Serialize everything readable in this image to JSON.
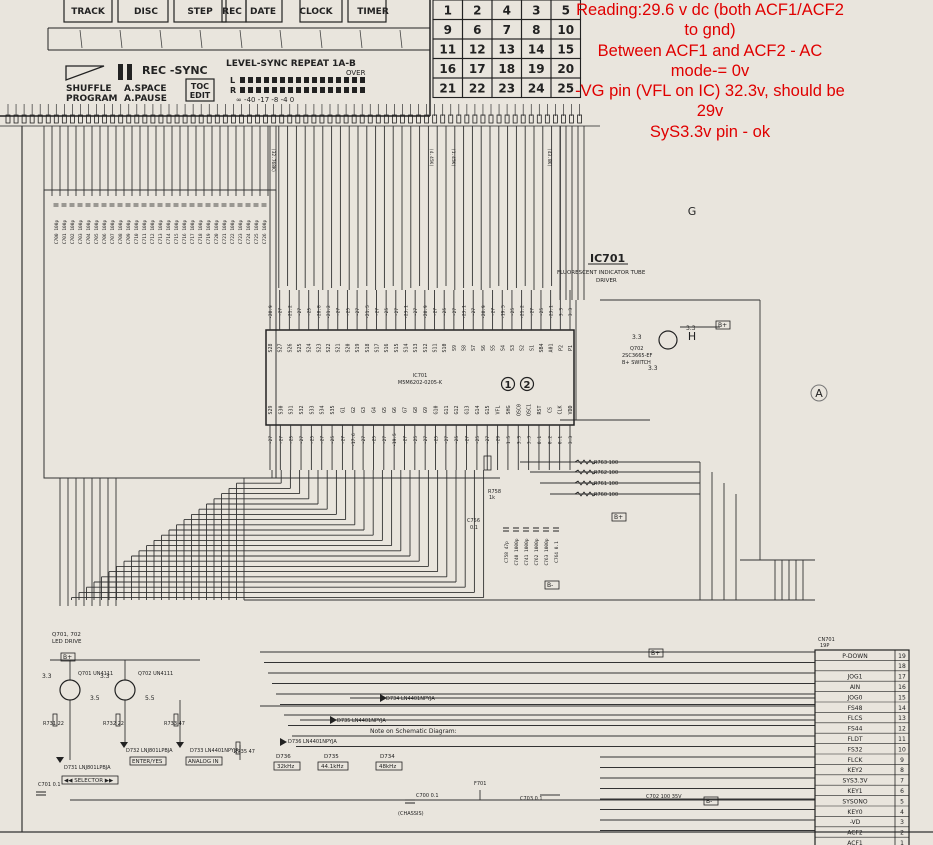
{
  "display": {
    "top_labels": [
      "TRACK",
      "DISC",
      "STEP",
      "REC",
      "DATE",
      "CLOCK",
      "TIMER"
    ],
    "rec_label": "REC -SYNC",
    "level_label": "LEVEL-SYNC REPEAT 1A-B",
    "over_label": "OVER",
    "lr_labels": [
      "L",
      "R"
    ],
    "meter_scale": "∞ -40  -17  -8  -4  0",
    "shuffle_label": "SHUFFLE",
    "program_label": "PROGRAM",
    "space_label": "A.SPACE",
    "pause_label": "A.PAUSE",
    "toc_label": "TOC EDIT",
    "numbers": [
      [
        "1",
        "2",
        "4",
        "3",
        "5"
      ],
      [
        "9",
        "6",
        "7",
        "8",
        "10"
      ],
      [
        "11",
        "12",
        "13",
        "14",
        "15"
      ],
      [
        "16",
        "17",
        "18",
        "19",
        "20"
      ],
      [
        "21",
        "22",
        "23",
        "24",
        "25"
      ]
    ]
  },
  "ic701": {
    "tag": "IC701",
    "desc1": "FLUORESCENT INDICATOR TUBE",
    "desc2": "DRIVER",
    "part1": "IC701",
    "part2": "M5M6202-0205-K",
    "top_pins": [
      "S28",
      "S27",
      "S26",
      "S25",
      "S24",
      "S23",
      "S22",
      "S21",
      "S20",
      "S19",
      "S18",
      "S17",
      "S16",
      "S15",
      "S14",
      "S13",
      "S12",
      "S11",
      "S10",
      "S9",
      "S8",
      "S7",
      "S6",
      "S5",
      "S4",
      "S3",
      "S2",
      "S1",
      "SB4",
      "A01",
      "P2",
      "P1"
    ],
    "bottom_pins": [
      "S29",
      "S30",
      "S31",
      "S32",
      "S33",
      "S34",
      "S35",
      "G1",
      "G2",
      "G3",
      "G4",
      "G5",
      "G6",
      "G7",
      "G8",
      "G9",
      "G10",
      "G11",
      "G12",
      "G13",
      "G14",
      "G15",
      "VFL",
      "SHG",
      "OSC0",
      "OSC1",
      "RST",
      "CS",
      "CLK",
      "VDD"
    ],
    "top_volts": [
      "-20.9",
      "-27",
      "-21.2",
      "-27",
      "-25",
      "-28.8",
      "-21.2",
      "-27",
      "-25",
      "-27",
      "-21.5",
      "-27",
      "-25",
      "-27",
      "-23.1",
      "-27",
      "-20.9",
      "-27",
      "-25",
      "-27",
      "-23.1",
      "-27",
      "-20.9",
      "-27",
      "-19.5",
      "-25",
      "-21.2",
      "-27",
      "-25",
      "-23.1",
      "3.3",
      "3.3"
    ],
    "bottom_volts": [
      "-27",
      "-27",
      "-25",
      "-27",
      "-25",
      "-27",
      "-25",
      "-27",
      "-17.6",
      "-27",
      "-25",
      "-27",
      "-19.5",
      "-27",
      "-25",
      "-27",
      "-25",
      "-27",
      "-25",
      "-27",
      "-25",
      "-27",
      "-29",
      "1.5",
      "3.3",
      "3.3",
      "0.1",
      "0.2",
      "0.1",
      "3.3"
    ],
    "circle_labels": [
      "1",
      "2"
    ]
  },
  "q702": {
    "name": "Q702",
    "part": "2SC3665-EF",
    "desc": "B+ SWITCH",
    "volts": [
      "3.3",
      "3.3",
      "3.3"
    ],
    "bplus": "B+"
  },
  "resistors": [
    {
      "name": "R763",
      "value": "100"
    },
    {
      "name": "R762",
      "value": "100"
    },
    {
      "name": "R761",
      "value": "100"
    },
    {
      "name": "R760",
      "value": "100"
    }
  ],
  "r758": {
    "name": "R758",
    "value": "1k"
  },
  "c756": {
    "name": "C756",
    "value": "0.1"
  },
  "caps_bottom": [
    "C758 47p",
    "C740 1000p",
    "C741 1000p",
    "C762 1000p",
    "C763 1000p",
    "C764 0.1"
  ],
  "cap_bank": [
    "C700",
    "C701",
    "C702",
    "C703",
    "C704",
    "C705",
    "C706",
    "C707",
    "C708",
    "C709",
    "C710",
    "C711",
    "C712",
    "C713",
    "C714",
    "C715",
    "C716",
    "C717",
    "C718",
    "C719",
    "C720",
    "C721",
    "C722",
    "C723",
    "C724",
    "C725",
    "C726"
  ],
  "cap_bank_value": "100p",
  "bus_labels": [
    "(32.768K)",
    "(4.45K)",
    "(1.45K)",
    "(43.8K)"
  ],
  "leds": {
    "section": "Q701, 702",
    "section2": "LED DRIVE",
    "q701": "Q701 UN4111",
    "q702": "Q702 UN4111",
    "volts": [
      "3.3",
      "3.5",
      "3.3",
      "5.5"
    ],
    "resistors": [
      "R731 22",
      "R732 22",
      "R733 47",
      "R735 47"
    ],
    "d731": "D731 LNJ801LPBJA",
    "d732": "D732 LNJ801LPBJA",
    "d733": "D733 LN4401NPYJA",
    "d734": "D734 LN4401NPYJA",
    "d735": "D735 LN4401NPYJA",
    "d736": "D736 LN4401NPYJA",
    "sel": "◀◀ SELECTOR ▶▶",
    "enter": "ENTER/YES",
    "analog": "ANALOG IN",
    "f32": "32kHz",
    "f44": "44.1kHz",
    "f48": "48kHz",
    "d734b": "D734",
    "d735b": "D735",
    "d736b": "D736",
    "c701": "C701 0.1",
    "c700": "C700 0.1",
    "chassis": "(CHASSIS)",
    "f701": "F701",
    "c703": "C703 0.1",
    "c702": "C702 100 35V"
  },
  "connector": {
    "name": "CN701",
    "pins_count": "19P",
    "rows": [
      {
        "label": "P-DOWN",
        "n": "19"
      },
      {
        "label": "",
        "n": "18"
      },
      {
        "label": "JOG1",
        "n": "17"
      },
      {
        "label": "AIN",
        "n": "16"
      },
      {
        "label": "JOG0",
        "n": "15"
      },
      {
        "label": "FS48",
        "n": "14"
      },
      {
        "label": "FLCS",
        "n": "13"
      },
      {
        "label": "FS44",
        "n": "12"
      },
      {
        "label": "FLDT",
        "n": "11"
      },
      {
        "label": "FS32",
        "n": "10"
      },
      {
        "label": "FLCK",
        "n": "9"
      },
      {
        "label": "KEY2",
        "n": "8"
      },
      {
        "label": "SYS3.3V",
        "n": "7"
      },
      {
        "label": "KEY1",
        "n": "6"
      },
      {
        "label": "SYSONO",
        "n": "5"
      },
      {
        "label": "KEY0",
        "n": "4"
      },
      {
        "label": "-VD",
        "n": "3"
      },
      {
        "label": "ACF2",
        "n": "2"
      },
      {
        "label": "ACF1",
        "n": "1"
      }
    ]
  },
  "grid_letters": [
    "G",
    "H",
    "A"
  ],
  "bplus_tags": [
    "B+",
    "B+",
    "B+",
    "B+",
    "B-",
    "B-"
  ],
  "notes_header": "Note on Schematic Diagram:",
  "annotation": {
    "lines": [
      "Reading:29.6 v dc (both ACF1/ACF2",
      "to gnd)",
      "Between ACF1 and ACF2 - AC",
      "mode-= 0v",
      "-VG pin (VFL on IC) 32.3v, should be",
      "29v",
      "SyS3.3v pin - ok"
    ],
    "color": "#e00000"
  }
}
